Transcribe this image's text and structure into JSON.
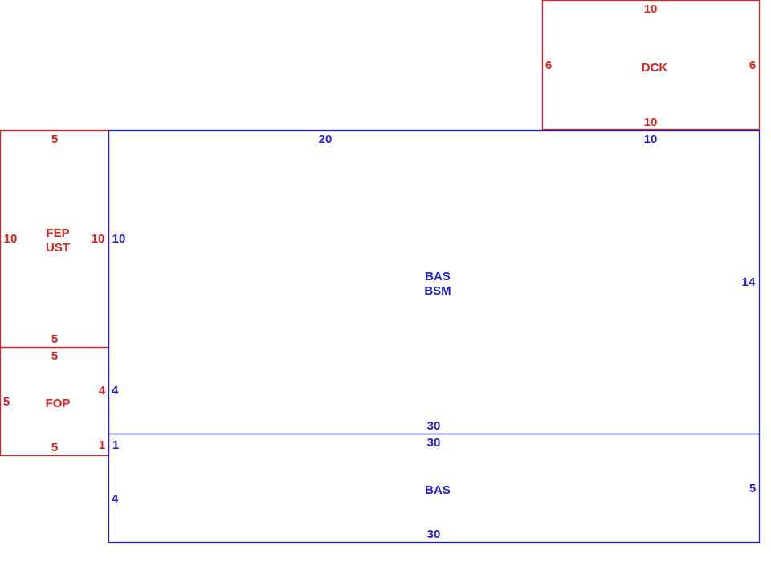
{
  "colors": {
    "red": "#e0201e",
    "blue": "#1f1fd0",
    "background": "#ffffff"
  },
  "boxes": {
    "dck": {
      "label": "DCK",
      "top": "10",
      "left": "6",
      "right": "6",
      "bottom": "10"
    },
    "fep": {
      "label_1": "FEP",
      "label_2": "UST",
      "top": "5",
      "left": "10",
      "right": "10",
      "bottom": "5"
    },
    "fop": {
      "label": "FOP",
      "top": "5",
      "left": "5",
      "right_upper": "4",
      "right_lower": "1",
      "bottom": "5"
    },
    "bas_bsm": {
      "label_1": "BAS",
      "label_2": "BSM",
      "top_left": "20",
      "top_right": "10",
      "left_upper": "10",
      "left_lower": "4",
      "right": "14",
      "bottom": "30"
    },
    "bas": {
      "label": "BAS",
      "top": "30",
      "left_upper": "1",
      "left_lower": "4",
      "right": "5",
      "bottom": "30"
    }
  }
}
